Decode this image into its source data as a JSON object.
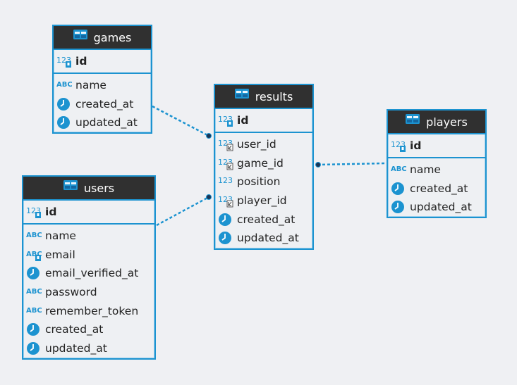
{
  "colors": {
    "border": "#1c93d0",
    "header_bg": "#303030",
    "link": "#1c93d0",
    "background": "#eff0f3"
  },
  "tables": {
    "games": {
      "title": "games",
      "pk": {
        "name": "id",
        "icon": "number-key-icon"
      },
      "columns": [
        {
          "name": "name",
          "icon": "text-icon"
        },
        {
          "name": "created_at",
          "icon": "clock-icon"
        },
        {
          "name": "updated_at",
          "icon": "clock-icon"
        }
      ]
    },
    "results": {
      "title": "results",
      "pk": {
        "name": "id",
        "icon": "number-key-icon"
      },
      "columns": [
        {
          "name": "user_id",
          "icon": "number-fk-icon"
        },
        {
          "name": "game_id",
          "icon": "number-fk-icon"
        },
        {
          "name": "position",
          "icon": "number-icon"
        },
        {
          "name": "player_id",
          "icon": "number-fk-icon"
        },
        {
          "name": "created_at",
          "icon": "clock-icon"
        },
        {
          "name": "updated_at",
          "icon": "clock-icon"
        }
      ]
    },
    "players": {
      "title": "players",
      "pk": {
        "name": "id",
        "icon": "number-key-icon"
      },
      "columns": [
        {
          "name": "name",
          "icon": "text-icon"
        },
        {
          "name": "created_at",
          "icon": "clock-icon"
        },
        {
          "name": "updated_at",
          "icon": "clock-icon"
        }
      ]
    },
    "users": {
      "title": "users",
      "pk": {
        "name": "id",
        "icon": "number-key-icon"
      },
      "columns": [
        {
          "name": "name",
          "icon": "text-icon"
        },
        {
          "name": "email",
          "icon": "text-key-icon"
        },
        {
          "name": "email_verified_at",
          "icon": "clock-icon"
        },
        {
          "name": "password",
          "icon": "text-icon"
        },
        {
          "name": "remember_token",
          "icon": "text-icon"
        },
        {
          "name": "created_at",
          "icon": "clock-icon"
        },
        {
          "name": "updated_at",
          "icon": "clock-icon"
        }
      ]
    }
  },
  "relationships": [
    {
      "from": "results.game_id",
      "to": "games"
    },
    {
      "from": "results.user_id",
      "to": "users"
    },
    {
      "from": "results.player_id",
      "to": "players"
    }
  ]
}
